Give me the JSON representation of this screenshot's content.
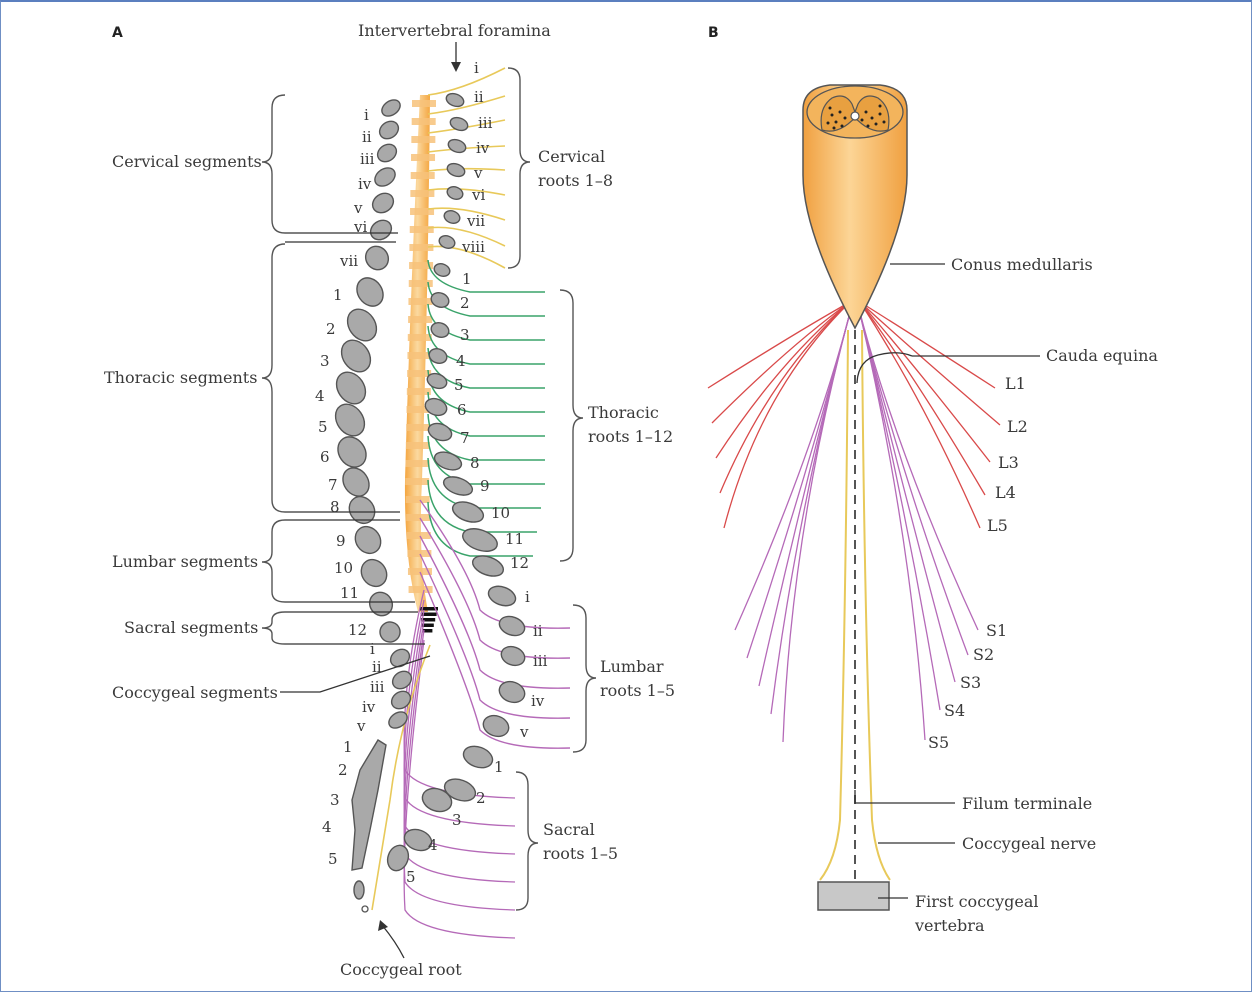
{
  "panels": {
    "a": "A",
    "b": "B"
  },
  "panel_a": {
    "intervertebral_foramina": "Intervertebral foramina",
    "cervical_segments": "Cervical segments",
    "thoracic_segments": "Thoracic segments",
    "lumbar_segments": "Lumbar segments",
    "sacral_segments": "Sacral segments",
    "coccygeal_segments": "Coccygeal segments",
    "coccygeal_root": "Coccygeal root",
    "cervical_roots": [
      "Cervical",
      "roots 1–8"
    ],
    "thoracic_roots": [
      "Thoracic",
      "roots 1–12"
    ],
    "lumbar_roots": [
      "Lumbar",
      "roots 1–5"
    ],
    "sacral_roots": [
      "Sacral",
      "roots 1–5"
    ],
    "left_numerals": [
      "i",
      "ii",
      "iii",
      "iv",
      "v",
      "vi",
      "vii",
      "1",
      "2",
      "3",
      "4",
      "5",
      "6",
      "7",
      "8",
      "9",
      "10",
      "11",
      "12",
      "i",
      "ii",
      "iii",
      "iv",
      "v",
      "1",
      "2",
      "3",
      "4",
      "5"
    ],
    "cervical_numerals": [
      "i",
      "ii",
      "iii",
      "iv",
      "v",
      "vi",
      "vii",
      "viii"
    ],
    "thoracic_numerals": [
      "1",
      "2",
      "3",
      "4",
      "5",
      "6",
      "7",
      "8",
      "9",
      "10",
      "11",
      "12"
    ],
    "lumbar_numerals": [
      "i",
      "ii",
      "iii",
      "iv",
      "v"
    ],
    "sacral_numerals": [
      "1",
      "2",
      "3",
      "4",
      "5"
    ]
  },
  "panel_b": {
    "conus_medullaris": "Conus medullaris",
    "cauda_equina": "Cauda equina",
    "lumbar_labels": [
      "L1",
      "L2",
      "L3",
      "L4",
      "L5"
    ],
    "sacral_labels": [
      "S1",
      "S2",
      "S3",
      "S4",
      "S5"
    ],
    "filum_terminale": "Filum terminale",
    "coccygeal_nerve": "Coccygeal nerve",
    "first_coccygeal_vertebra": [
      "First coccygeal",
      "vertebra"
    ]
  },
  "colors": {
    "cervical_root": "#e8c95a",
    "thoracic_root": "#3aa36a",
    "lumbar_sacral_root": "#b56ab8",
    "lumbar_root_b": "#d94a4a",
    "cord": "#f6b86a",
    "vertebra": "#a9a9a9"
  }
}
